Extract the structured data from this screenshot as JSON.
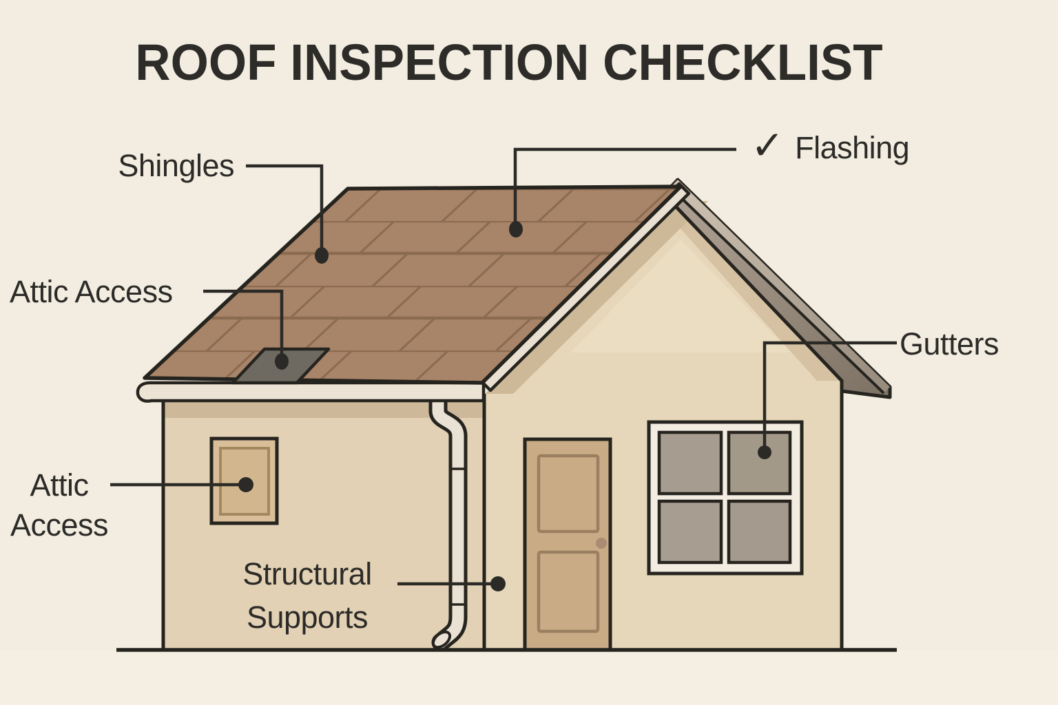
{
  "title": "ROOF INSPECTION CHECKLIST",
  "labels": {
    "shingles": "Shingles",
    "flashing": "Flashing",
    "attic_access_roof": "Attic Access",
    "gutters": "Gutters",
    "attic_wall": {
      "line1": "Attic",
      "line2": "Access"
    },
    "structural": {
      "line1": "Structural",
      "line2": "Supports"
    }
  },
  "icons": {
    "checkmark": "✓"
  },
  "colors": {
    "background": "#f2ede0",
    "ink": "#2c2b28",
    "outline": "#26241f",
    "shingle": "#a88469",
    "shingle_line": "#8b6b50",
    "wall_left": "#e2d1b4",
    "wall_front": "#e7d7ba",
    "wall_shadow": "#cdb897",
    "trim_cream": "#ece3d4",
    "fascia_light": "#b3a698",
    "fascia_dark": "#8a7d6e",
    "window_pane": "#a69c8f",
    "door": "#c9ab85",
    "door_panel_line": "#9b7f61",
    "hatch_roof": "#6e6961",
    "hatch_wall": "#d8bf9a"
  }
}
